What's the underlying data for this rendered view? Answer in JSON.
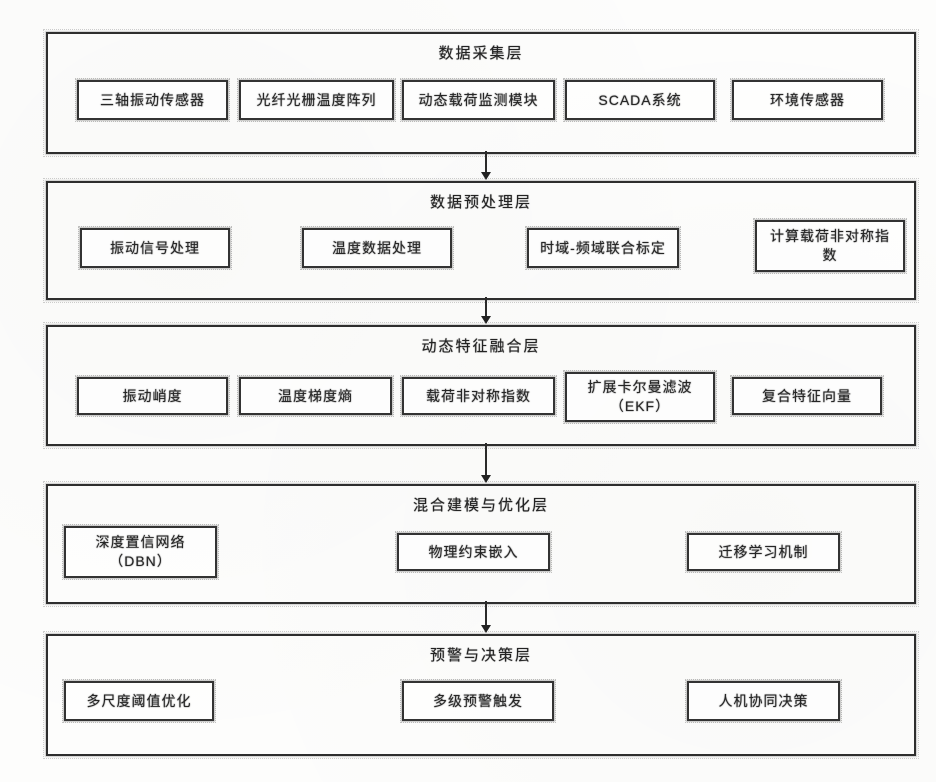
{
  "diagram": {
    "colors": {
      "ink": "#262626",
      "background": "#fdfdfc",
      "border": "#2e2e2e"
    },
    "layers": [
      {
        "title": "数据采集层",
        "boxes": [
          {
            "label": "三轴振动传感器"
          },
          {
            "label": "光纤光栅温度阵列"
          },
          {
            "label": "动态载荷监测模块"
          },
          {
            "label": "SCADA系统"
          },
          {
            "label": "环境传感器"
          }
        ]
      },
      {
        "title": "数据预处理层",
        "boxes": [
          {
            "label": "振动信号处理"
          },
          {
            "label": "温度数据处理"
          },
          {
            "label": "时域-频域联合标定"
          },
          {
            "label": "计算载荷非对称指\n数"
          }
        ]
      },
      {
        "title": "动态特征融合层",
        "boxes": [
          {
            "label": "振动峭度"
          },
          {
            "label": "温度梯度熵"
          },
          {
            "label": "载荷非对称指数"
          },
          {
            "label": "扩展卡尔曼滤波\n（EKF）"
          },
          {
            "label": "复合特征向量"
          }
        ]
      },
      {
        "title": "混合建模与优化层",
        "boxes": [
          {
            "label": "深度置信网络\n（DBN）"
          },
          {
            "label": "物理约束嵌入"
          },
          {
            "label": "迁移学习机制"
          }
        ]
      },
      {
        "title": "预警与决策层",
        "boxes": [
          {
            "label": "多尺度阈值优化"
          },
          {
            "label": "多级预警触发"
          },
          {
            "label": "人机协同决策"
          }
        ]
      }
    ]
  }
}
